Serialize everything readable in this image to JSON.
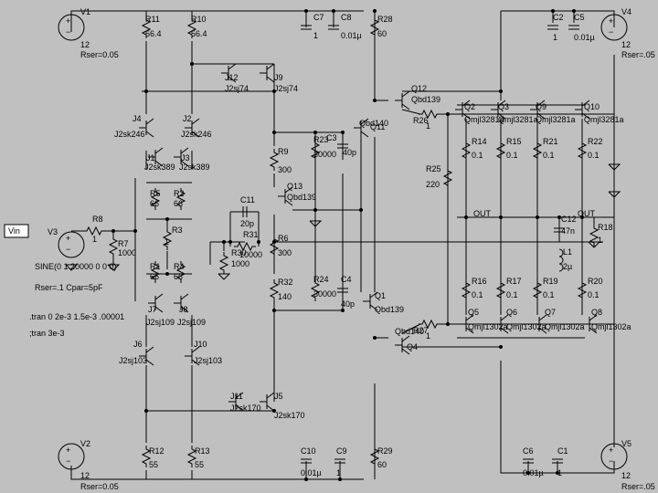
{
  "schematic": {
    "sources": [
      {
        "name": "V1",
        "value": "12",
        "rser": "Rser=0.05"
      },
      {
        "name": "V2",
        "value": "12",
        "rser": "Rser=0.05"
      },
      {
        "name": "V4",
        "value": "12",
        "rser": "Rser=.05"
      },
      {
        "name": "V5",
        "value": "12",
        "rser": "Rser=.05"
      },
      {
        "name": "V3",
        "value": "SINE(0 1 20000 0 0 0)",
        "rser": "Rser=.1 Cpar=5pF"
      }
    ],
    "input_label": "Vin",
    "out_labels": [
      "OUT",
      "OUT"
    ],
    "directives": [
      ".tran 0 2e-3 1.5e-3 .00001",
      ";tran 3e-3"
    ],
    "resistors": [
      {
        "name": "R11",
        "value": "56.4"
      },
      {
        "name": "R10",
        "value": "56.4"
      },
      {
        "name": "R28",
        "value": "60"
      },
      {
        "name": "R12",
        "value": "55"
      },
      {
        "name": "R13",
        "value": "55"
      },
      {
        "name": "R29",
        "value": "60"
      },
      {
        "name": "R8",
        "value": "1"
      },
      {
        "name": "R7",
        "value": "1000"
      },
      {
        "name": "R5",
        "value": "66"
      },
      {
        "name": "R2",
        "value": "66"
      },
      {
        "name": "R3",
        "value": "1"
      },
      {
        "name": "R1",
        "value": "66"
      },
      {
        "name": "R4",
        "value": "66"
      },
      {
        "name": "R30",
        "value": "1000"
      },
      {
        "name": "R31",
        "value": "10000"
      },
      {
        "name": "R6",
        "value": "300"
      },
      {
        "name": "R9",
        "value": "300"
      },
      {
        "name": "R32",
        "value": "140"
      },
      {
        "name": "R23",
        "value": "30000"
      },
      {
        "name": "R24",
        "value": "30000"
      },
      {
        "name": "R26",
        "value": "1"
      },
      {
        "name": "R27",
        "value": "1"
      },
      {
        "name": "R25",
        "value": "220"
      },
      {
        "name": "R14",
        "value": "0.1"
      },
      {
        "name": "R15",
        "value": "0.1"
      },
      {
        "name": "R21",
        "value": "0.1"
      },
      {
        "name": "R22",
        "value": "0.1"
      },
      {
        "name": "R16",
        "value": "0.1"
      },
      {
        "name": "R17",
        "value": "0.1"
      },
      {
        "name": "R19",
        "value": "0.1"
      },
      {
        "name": "R20",
        "value": "0.1"
      },
      {
        "name": "R18",
        "value": "1"
      }
    ],
    "capacitors": [
      {
        "name": "C7",
        "value": "1"
      },
      {
        "name": "C8",
        "value": "0.01µ"
      },
      {
        "name": "C2",
        "value": "1"
      },
      {
        "name": "C5",
        "value": "0.01µ"
      },
      {
        "name": "C10",
        "value": "0.01µ"
      },
      {
        "name": "C9",
        "value": "1"
      },
      {
        "name": "C6",
        "value": "0.01µ"
      },
      {
        "name": "C1",
        "value": "1"
      },
      {
        "name": "C11",
        "value": "20p"
      },
      {
        "name": "C3",
        "value": "40p"
      },
      {
        "name": "C4",
        "value": "40p"
      },
      {
        "name": "C12",
        "value": "47n"
      }
    ],
    "inductors": [
      {
        "name": "L1",
        "value": "2µ"
      }
    ],
    "transistors": [
      {
        "name": "J12",
        "model": "J2sj74"
      },
      {
        "name": "J9",
        "model": "J2sj74"
      },
      {
        "name": "J4",
        "model": "J2sk246"
      },
      {
        "name": "J2",
        "model": "J2sk246"
      },
      {
        "name": "J1",
        "model": "J2sk389"
      },
      {
        "name": "J3",
        "model": "J2sk389"
      },
      {
        "name": "J7",
        "model": "J2sj109"
      },
      {
        "name": "J8",
        "model": "J2sj109"
      },
      {
        "name": "J6",
        "model": "J2sj103"
      },
      {
        "name": "J10",
        "model": "J2sj103"
      },
      {
        "name": "J11",
        "model": "J2sk170"
      },
      {
        "name": "J5",
        "model": "J2sk170"
      },
      {
        "name": "Q13",
        "model": "Qbd139"
      },
      {
        "name": "Q11",
        "model": "Qbd140"
      },
      {
        "name": "Q12",
        "model": "Qbd139"
      },
      {
        "name": "Q1",
        "model": "Qbd139"
      },
      {
        "name": "Q4",
        "model": "Qbd140"
      },
      {
        "name": "Q2",
        "model": "Qmjl3281a"
      },
      {
        "name": "Q3",
        "model": "Qmjl3281a"
      },
      {
        "name": "Q9",
        "model": "Qmjl3281a"
      },
      {
        "name": "Q10",
        "model": "Qmjl3281a"
      },
      {
        "name": "Q5",
        "model": "Qmjl1302a"
      },
      {
        "name": "Q6",
        "model": "Qmjl1302a"
      },
      {
        "name": "Q7",
        "model": "Qmjl1302a"
      },
      {
        "name": "Q8",
        "model": "Qmjl1302a"
      }
    ]
  }
}
